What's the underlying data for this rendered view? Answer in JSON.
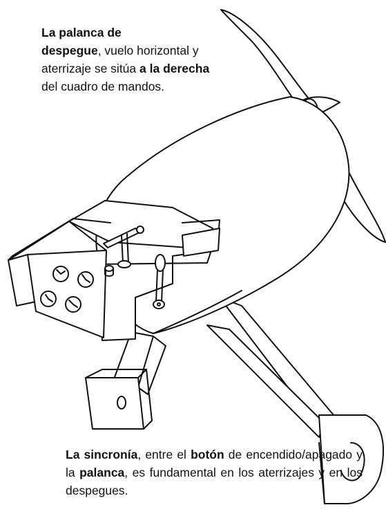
{
  "top_caption": {
    "t1": "La palanca de",
    "t2": "despegue",
    "t3": ", vuelo horizontal y aterrizaje se sitúa ",
    "t4": "a la derecha",
    "t5": " del cuadro de mandos."
  },
  "bottom_caption": {
    "t1": "La sincronía",
    "t2": ", entre el ",
    "t3": "botón",
    "t4": " de encendido/apagado y la ",
    "t5": "palanca",
    "t6": ", es fundamental en los aterrizajes y en los despegues."
  },
  "colors": {
    "ink": "#111111",
    "paper": "#ffffff"
  }
}
